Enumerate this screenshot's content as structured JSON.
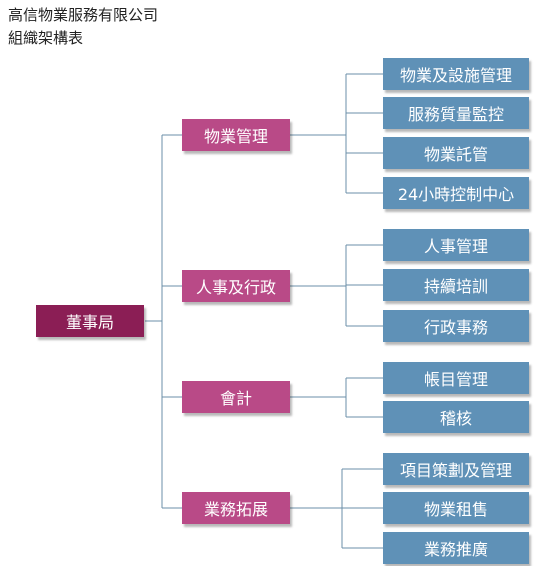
{
  "company_name": "高信物業服務有限公司",
  "chart_title": "組織架構表",
  "root": "董事局",
  "departments": [
    {
      "label": "物業管理",
      "units": [
        "物業及設施管理",
        "服務質量監控",
        "物業託管",
        "24小時控制中心"
      ]
    },
    {
      "label": "人事及行政",
      "units": [
        "人事管理",
        "持續培訓",
        "行政事務"
      ]
    },
    {
      "label": "會計",
      "units": [
        "帳目管理",
        "稽核"
      ]
    },
    {
      "label": "業務拓展",
      "units": [
        "項目策劃及管理",
        "物業租售",
        "業務推廣"
      ]
    }
  ],
  "colors": {
    "root": "#8b1e55",
    "department": "#b94a87",
    "unit": "#5f91b7",
    "connector": "#6b8fa8"
  }
}
